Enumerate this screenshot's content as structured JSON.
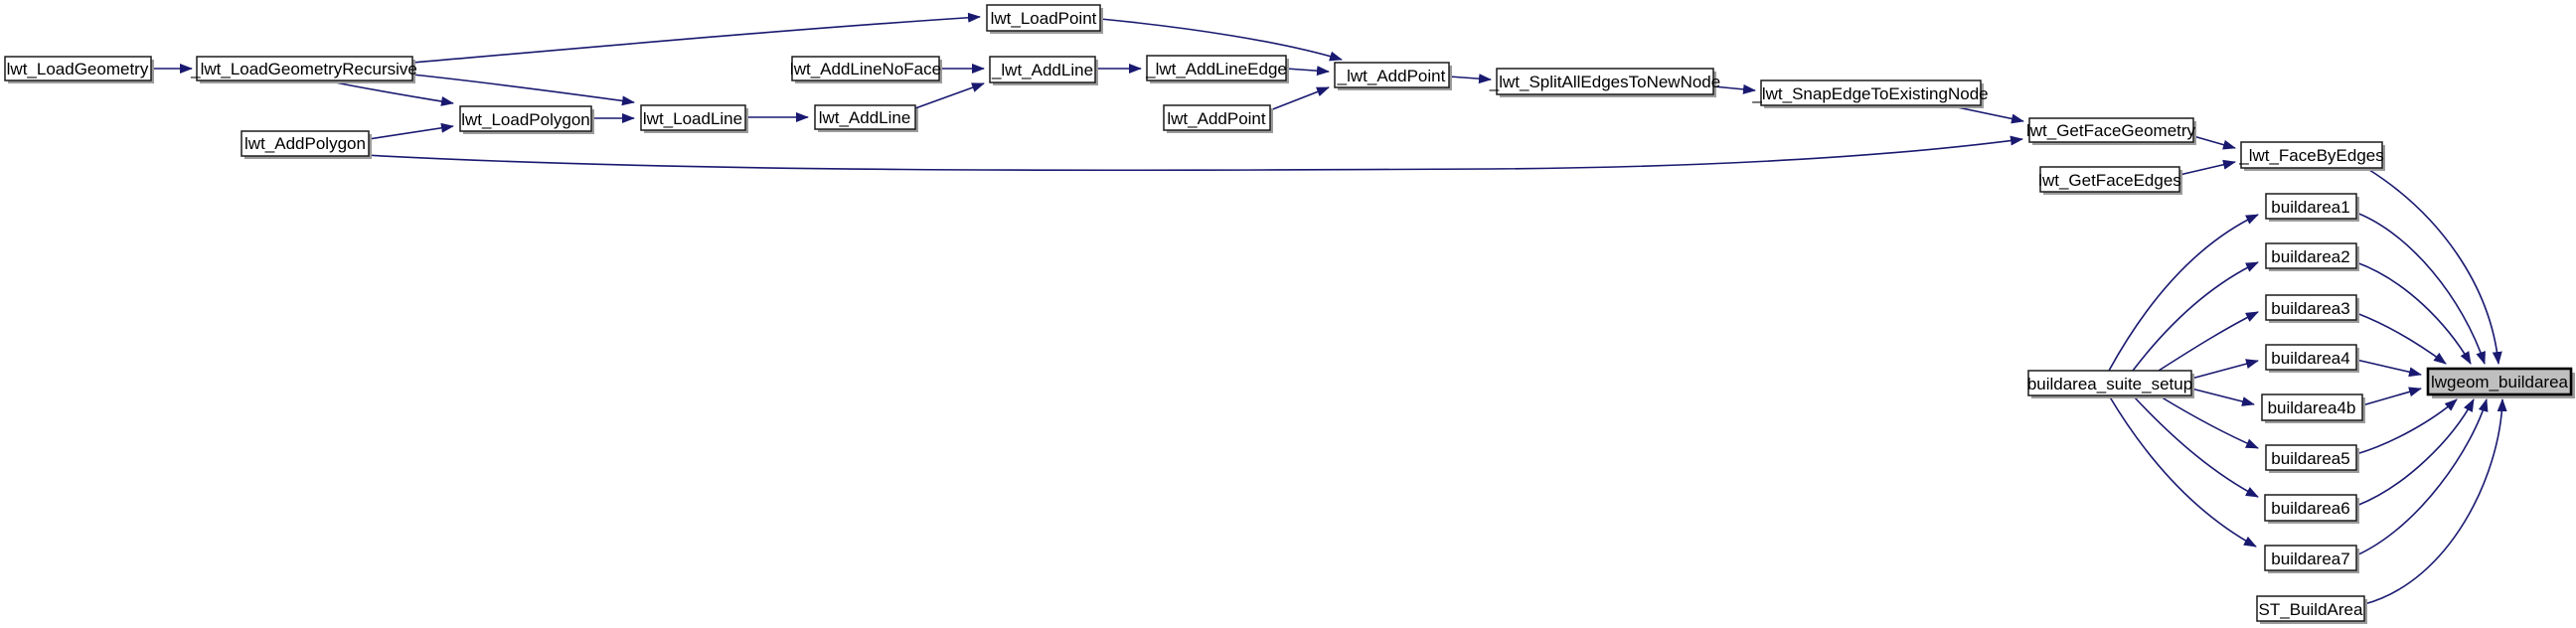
{
  "graph": {
    "kind": "caller-graph",
    "highlighted_node": "lwgeom_buildarea",
    "colors": {
      "edge": "#191970",
      "node_fill": "#ffffff",
      "node_border": "#1c1c1c",
      "highlight_fill": "#bfbfbf"
    },
    "nodes": {
      "lwt_LoadGeometry": "lwt_LoadGeometry",
      "_lwt_LoadGeometryRecursive": "_lwt_LoadGeometryRecursive",
      "lwt_AddPolygon": "lwt_AddPolygon",
      "lwt_LoadPolygon": "lwt_LoadPolygon",
      "lwt_LoadLine": "lwt_LoadLine",
      "lwt_AddLineNoFace": "lwt_AddLineNoFace",
      "lwt_AddLine": "lwt_AddLine",
      "lwt_LoadPoint": "lwt_LoadPoint",
      "_lwt_AddLine": "_lwt_AddLine",
      "_lwt_AddLineEdge": "_lwt_AddLineEdge",
      "lwt_AddPoint": "lwt_AddPoint",
      "_lwt_AddPoint": "_lwt_AddPoint",
      "_lwt_SplitAllEdgesToNewNode": "_lwt_SplitAllEdgesToNewNode",
      "_lwt_SnapEdgeToExistingNode": "_lwt_SnapEdgeToExistingNode",
      "lwt_GetFaceGeometry": "lwt_GetFaceGeometry",
      "lwt_GetFaceEdges": "lwt_GetFaceEdges",
      "_lwt_FaceByEdges": "_lwt_FaceByEdges",
      "buildarea1": "buildarea1",
      "buildarea2": "buildarea2",
      "buildarea3": "buildarea3",
      "buildarea4": "buildarea4",
      "buildarea4b": "buildarea4b",
      "buildarea5": "buildarea5",
      "buildarea6": "buildarea6",
      "buildarea7": "buildarea7",
      "ST_BuildArea": "ST_BuildArea",
      "buildarea_suite_setup": "buildarea_suite_setup",
      "lwgeom_buildarea": "lwgeom_buildarea"
    },
    "edges": [
      {
        "from": "lwt_LoadGeometry",
        "to": "_lwt_LoadGeometryRecursive"
      },
      {
        "from": "_lwt_LoadGeometryRecursive",
        "to": "lwt_LoadPoint"
      },
      {
        "from": "_lwt_LoadGeometryRecursive",
        "to": "lwt_LoadLine"
      },
      {
        "from": "_lwt_LoadGeometryRecursive",
        "to": "lwt_LoadPolygon"
      },
      {
        "from": "lwt_AddPolygon",
        "to": "lwt_LoadPolygon"
      },
      {
        "from": "lwt_AddPolygon",
        "to": "lwt_GetFaceGeometry"
      },
      {
        "from": "lwt_LoadPolygon",
        "to": "lwt_LoadLine"
      },
      {
        "from": "lwt_LoadLine",
        "to": "lwt_AddLine"
      },
      {
        "from": "lwt_AddLine",
        "to": "_lwt_AddLine"
      },
      {
        "from": "lwt_AddLineNoFace",
        "to": "_lwt_AddLine"
      },
      {
        "from": "_lwt_AddLine",
        "to": "_lwt_AddLineEdge"
      },
      {
        "from": "_lwt_AddLineEdge",
        "to": "_lwt_AddPoint"
      },
      {
        "from": "lwt_LoadPoint",
        "to": "_lwt_AddPoint"
      },
      {
        "from": "lwt_AddPoint",
        "to": "_lwt_AddPoint"
      },
      {
        "from": "_lwt_AddPoint",
        "to": "_lwt_SplitAllEdgesToNewNode"
      },
      {
        "from": "_lwt_SplitAllEdgesToNewNode",
        "to": "_lwt_SnapEdgeToExistingNode"
      },
      {
        "from": "_lwt_SnapEdgeToExistingNode",
        "to": "lwt_GetFaceGeometry"
      },
      {
        "from": "lwt_GetFaceGeometry",
        "to": "_lwt_FaceByEdges"
      },
      {
        "from": "lwt_GetFaceEdges",
        "to": "_lwt_FaceByEdges"
      },
      {
        "from": "_lwt_FaceByEdges",
        "to": "lwgeom_buildarea"
      },
      {
        "from": "buildarea1",
        "to": "lwgeom_buildarea"
      },
      {
        "from": "buildarea2",
        "to": "lwgeom_buildarea"
      },
      {
        "from": "buildarea3",
        "to": "lwgeom_buildarea"
      },
      {
        "from": "buildarea4",
        "to": "lwgeom_buildarea"
      },
      {
        "from": "buildarea4b",
        "to": "lwgeom_buildarea"
      },
      {
        "from": "buildarea5",
        "to": "lwgeom_buildarea"
      },
      {
        "from": "buildarea6",
        "to": "lwgeom_buildarea"
      },
      {
        "from": "buildarea7",
        "to": "lwgeom_buildarea"
      },
      {
        "from": "ST_BuildArea",
        "to": "lwgeom_buildarea"
      },
      {
        "from": "buildarea_suite_setup",
        "to": "buildarea1"
      },
      {
        "from": "buildarea_suite_setup",
        "to": "buildarea2"
      },
      {
        "from": "buildarea_suite_setup",
        "to": "buildarea3"
      },
      {
        "from": "buildarea_suite_setup",
        "to": "buildarea4"
      },
      {
        "from": "buildarea_suite_setup",
        "to": "buildarea4b"
      },
      {
        "from": "buildarea_suite_setup",
        "to": "buildarea5"
      },
      {
        "from": "buildarea_suite_setup",
        "to": "buildarea6"
      },
      {
        "from": "buildarea_suite_setup",
        "to": "buildarea7"
      }
    ]
  }
}
